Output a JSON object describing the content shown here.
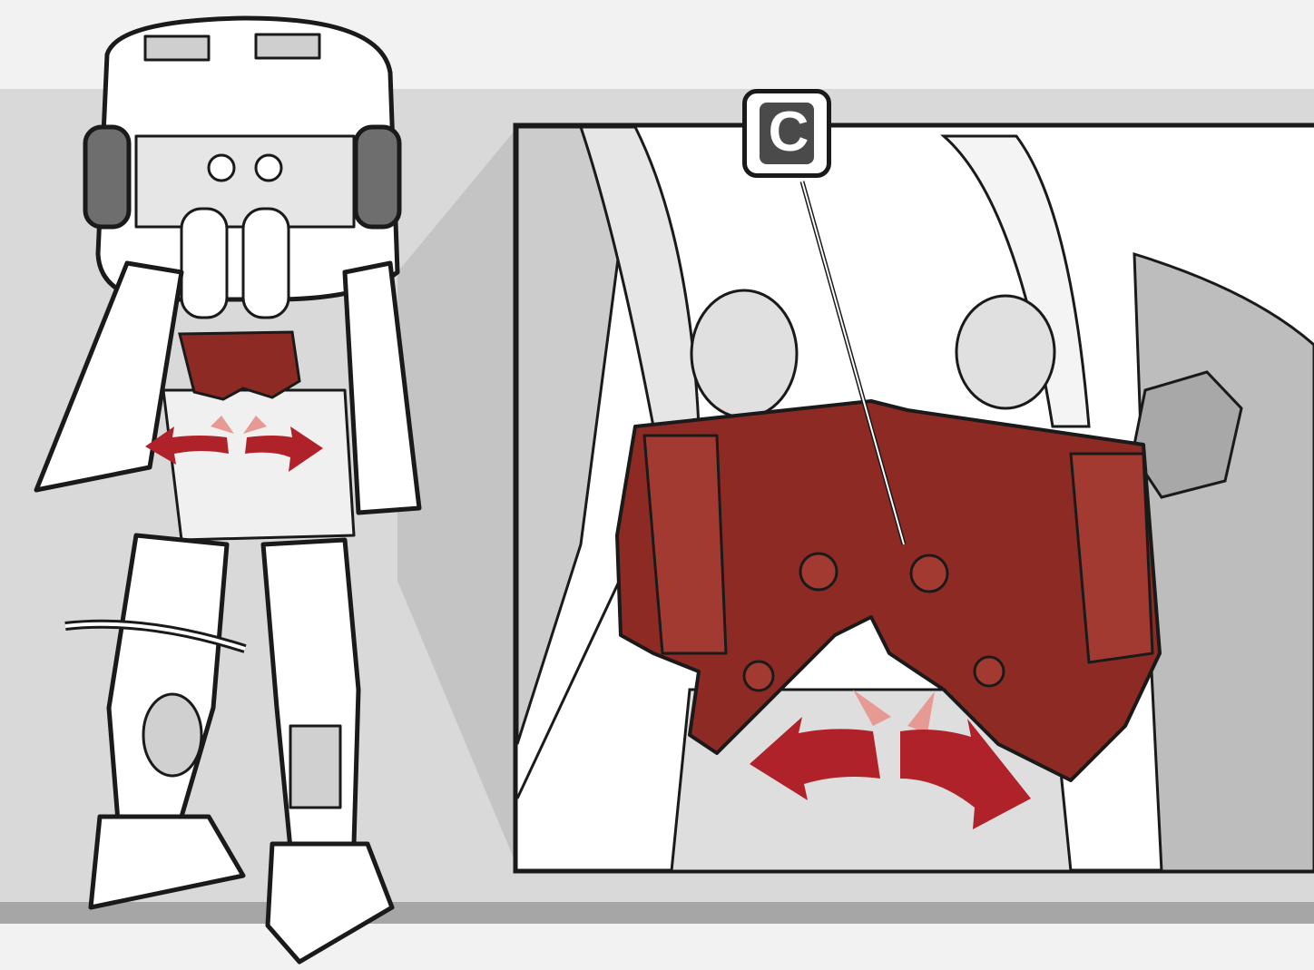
{
  "instruction_step": {
    "part_label": "C",
    "rotation_direction": "outward",
    "colors": {
      "page_background": "#f2f2f2",
      "band_gray": "#d9d9d9",
      "bottom_rule": "#a6a6a6",
      "highlight_part": "#8e2a24",
      "arrow": "#b0222a",
      "arrow_light": "#e79a93",
      "outline": "#1a1a1a"
    },
    "icons": {
      "figure": "robot-figure-back-view",
      "detail": "zoomed-hands-detail",
      "arrows": "rotate-outward-arrows"
    }
  }
}
